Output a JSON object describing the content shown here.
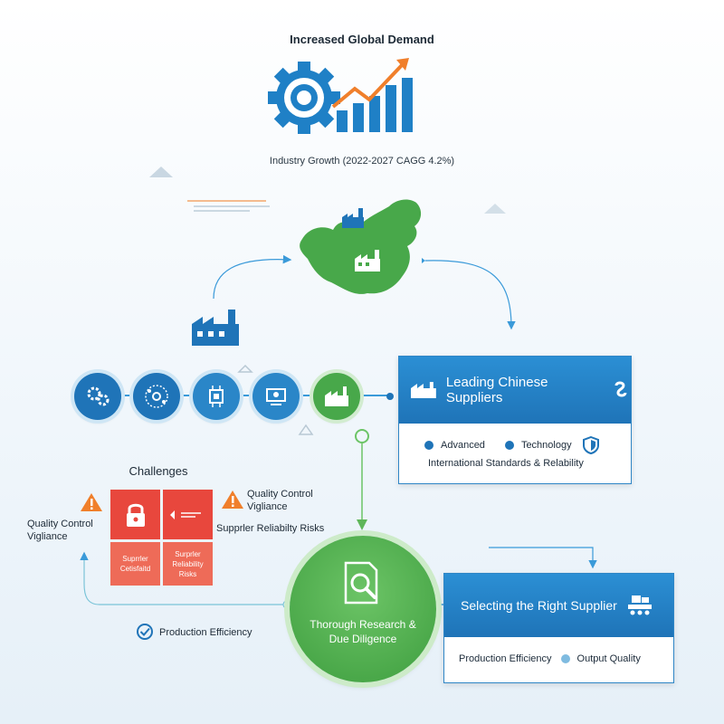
{
  "header": {
    "title": "Increased Global Demand",
    "growth_label": "Industry Growth (2022-2027 CAGG 4.2%)"
  },
  "suppliers_panel": {
    "title": "Leading Chinese Suppliers",
    "item_1": "Advanced",
    "item_2": "Technology",
    "footer": "International Standards & Relability"
  },
  "challenges": {
    "title": "Challenges",
    "tile_1": "Suprrler Cetisfaitd",
    "tile_2": "Surprler Reliability Risks",
    "note_1": "Quality Control Vigliance",
    "note_2": "Supprler Reliabilty Risks",
    "left_note": "Quality Control Vigliance"
  },
  "research": {
    "label": "Thorough Research & Due Diligence"
  },
  "efficiency": {
    "label": "Production Efficiency"
  },
  "selection_panel": {
    "title": "Selecting the Right Supplier",
    "item_1": "Production Efficiency",
    "item_2": "Output Quality"
  },
  "colors": {
    "primary_blue": "#1f74b8",
    "accent_orange": "#f07f2b",
    "green": "#4caf50",
    "alert_red": "#e8473d"
  }
}
